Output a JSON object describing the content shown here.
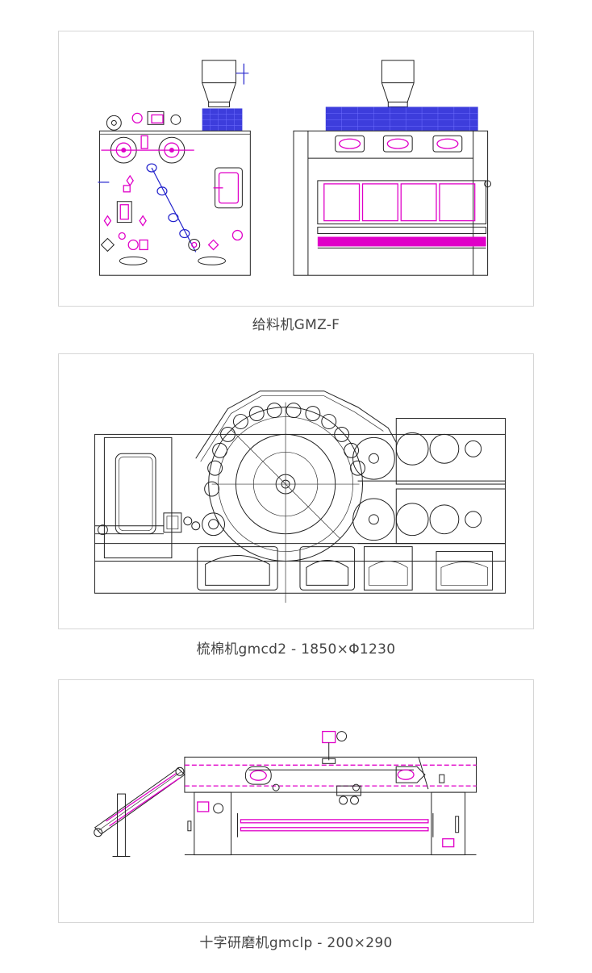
{
  "machines": [
    {
      "id": "feeder",
      "caption": "给料机GMZ-F"
    },
    {
      "id": "carding",
      "caption": "梳棉机gmcd2 - 1850×Φ1230"
    },
    {
      "id": "cross-lapper",
      "caption": "十字研磨机gmclp - 200×290"
    }
  ],
  "colors": {
    "line": "#222222",
    "accent_magenta": "#e000c8",
    "accent_blue": "#1b1bd6",
    "frame_border": "#d6d6d6",
    "caption_text": "#444444"
  }
}
